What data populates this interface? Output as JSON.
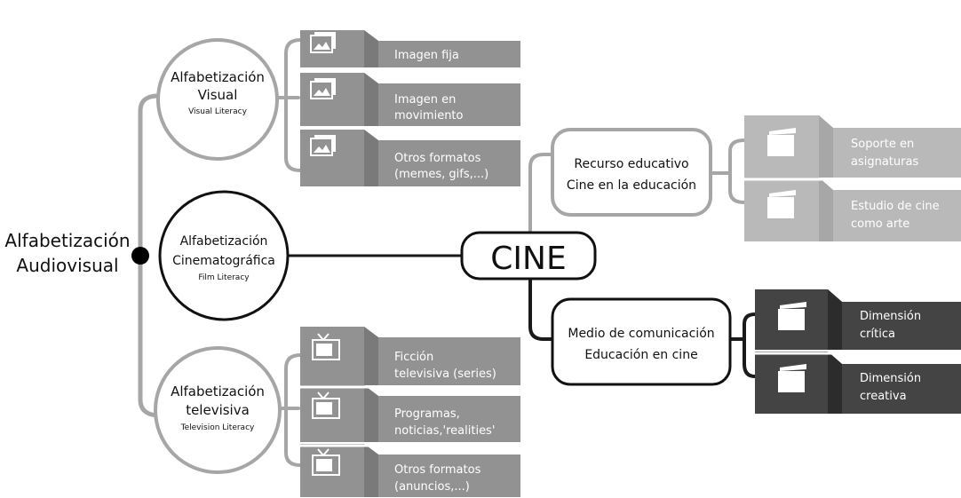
{
  "root": {
    "line1": "Alfabetización",
    "line2": "Audiovisual"
  },
  "visual": {
    "title1": "Alfabetización",
    "title2": "Visual",
    "subtitle": "Visual Literacy"
  },
  "film": {
    "title1": "Alfabetización",
    "title2": "Cinematográfica",
    "subtitle": "Film Literacy"
  },
  "tv": {
    "title1": "Alfabetización",
    "title2": "televisiva",
    "subtitle": "Television Literacy"
  },
  "visual_items": [
    {
      "icon": "image-icon",
      "lines": [
        "Imagen fija"
      ]
    },
    {
      "icon": "image-icon",
      "lines": [
        "Imagen en",
        "movimiento"
      ]
    },
    {
      "icon": "image-icon",
      "lines": [
        "Otros formatos",
        "(memes, gifs,...)"
      ]
    }
  ],
  "tv_items": [
    {
      "icon": "tv-icon",
      "lines": [
        "Ficción",
        "televisiva (series)"
      ]
    },
    {
      "icon": "tv-icon",
      "lines": [
        "Programas,",
        "noticias,'realities'"
      ]
    },
    {
      "icon": "tv-icon",
      "lines": [
        "Otros formatos",
        "(anuncios,...)"
      ]
    }
  ],
  "center": {
    "label": "CINE"
  },
  "recurso": {
    "line1": "Recurso educativo",
    "line2": "Cine en la educación"
  },
  "medio": {
    "line1": "Medio de comunicación",
    "line2": "Educación en cine"
  },
  "recurso_items": [
    {
      "icon": "clapperboard-icon",
      "lines": [
        "Soporte en",
        "asignaturas"
      ]
    },
    {
      "icon": "clapperboard-icon",
      "lines": [
        "Estudio de cine",
        "como arte"
      ]
    }
  ],
  "medio_items": [
    {
      "icon": "clapperboard-icon",
      "lines": [
        "Dimensión",
        "crítica"
      ]
    },
    {
      "icon": "clapperboard-icon",
      "lines": [
        "Dimensión",
        "creativa"
      ]
    }
  ],
  "colors": {
    "line_gray": "#a6a6a6",
    "dark_line": "#1a1a1a",
    "box_gray": "#929292",
    "box_gray_dark": "#7a7a7a",
    "box_light": "#b9b9b9",
    "box_light_dark": "#a7a7a7",
    "box_dark": "#444444",
    "box_dark_dark": "#2c2c2c",
    "white": "#ffffff"
  }
}
